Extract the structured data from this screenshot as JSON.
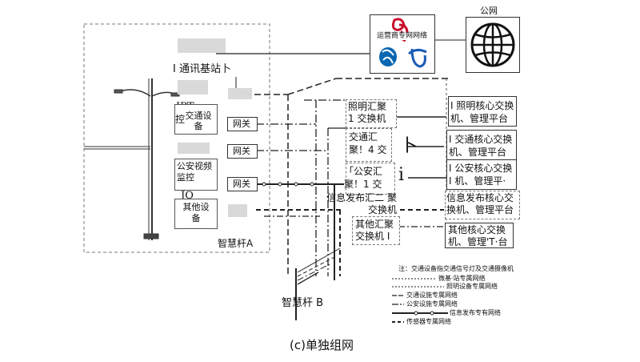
{
  "isp": {
    "operators_label": "运营商专网网络",
    "internet_label": "公网",
    "unicom_icon": "china-unicom-logo",
    "mobile_icon": "china-mobile-logo",
    "telecom_icon": "china-telecom-logo",
    "globe_icon": "globe-icon"
  },
  "pole_a": {
    "label": "智慧杆A",
    "base_station": "I 通讯基站卜",
    "ipt_text": "IPT",
    "lighting_ctrl": "控",
    "traffic_device": "交通设备",
    "police_video": "公安视频监控",
    "jo_text": "JO",
    "t_text": "T",
    "other_device": "其他设备",
    "gateway": "网关"
  },
  "aggregation": {
    "lighting": "照明汇聚 1 交换机",
    "traffic": "交通汇聚！4 交",
    "police": "「公安汇聚！1 交",
    "info_release": "信息发布汇二 聚交换机",
    "other": "其他汇聚 交换机 I",
    "mark_bu": "卜",
    "mark_i": "i"
  },
  "core": {
    "lighting": "I 照明核心交换 机、管理平台",
    "traffic": "I 交通核心交换 机、管理平台",
    "police": "I 公安核心交换 I 机、管理平·",
    "info_release": "信息发布核心交 换机、管理平台",
    "other": "其他核心交换机、管理'T·台"
  },
  "pole_b": {
    "label": "智慧杆 B"
  },
  "legend": {
    "note": "注：交通设备指交通信号灯及交通摄像机",
    "items": [
      "微基·站专属网络",
      "照明设备专属网络",
      "交通设施专属网络",
      "公安设施专属网络",
      "信息发布专有网络",
      "传感器专属网络"
    ]
  },
  "caption": "(c)单独组网"
}
